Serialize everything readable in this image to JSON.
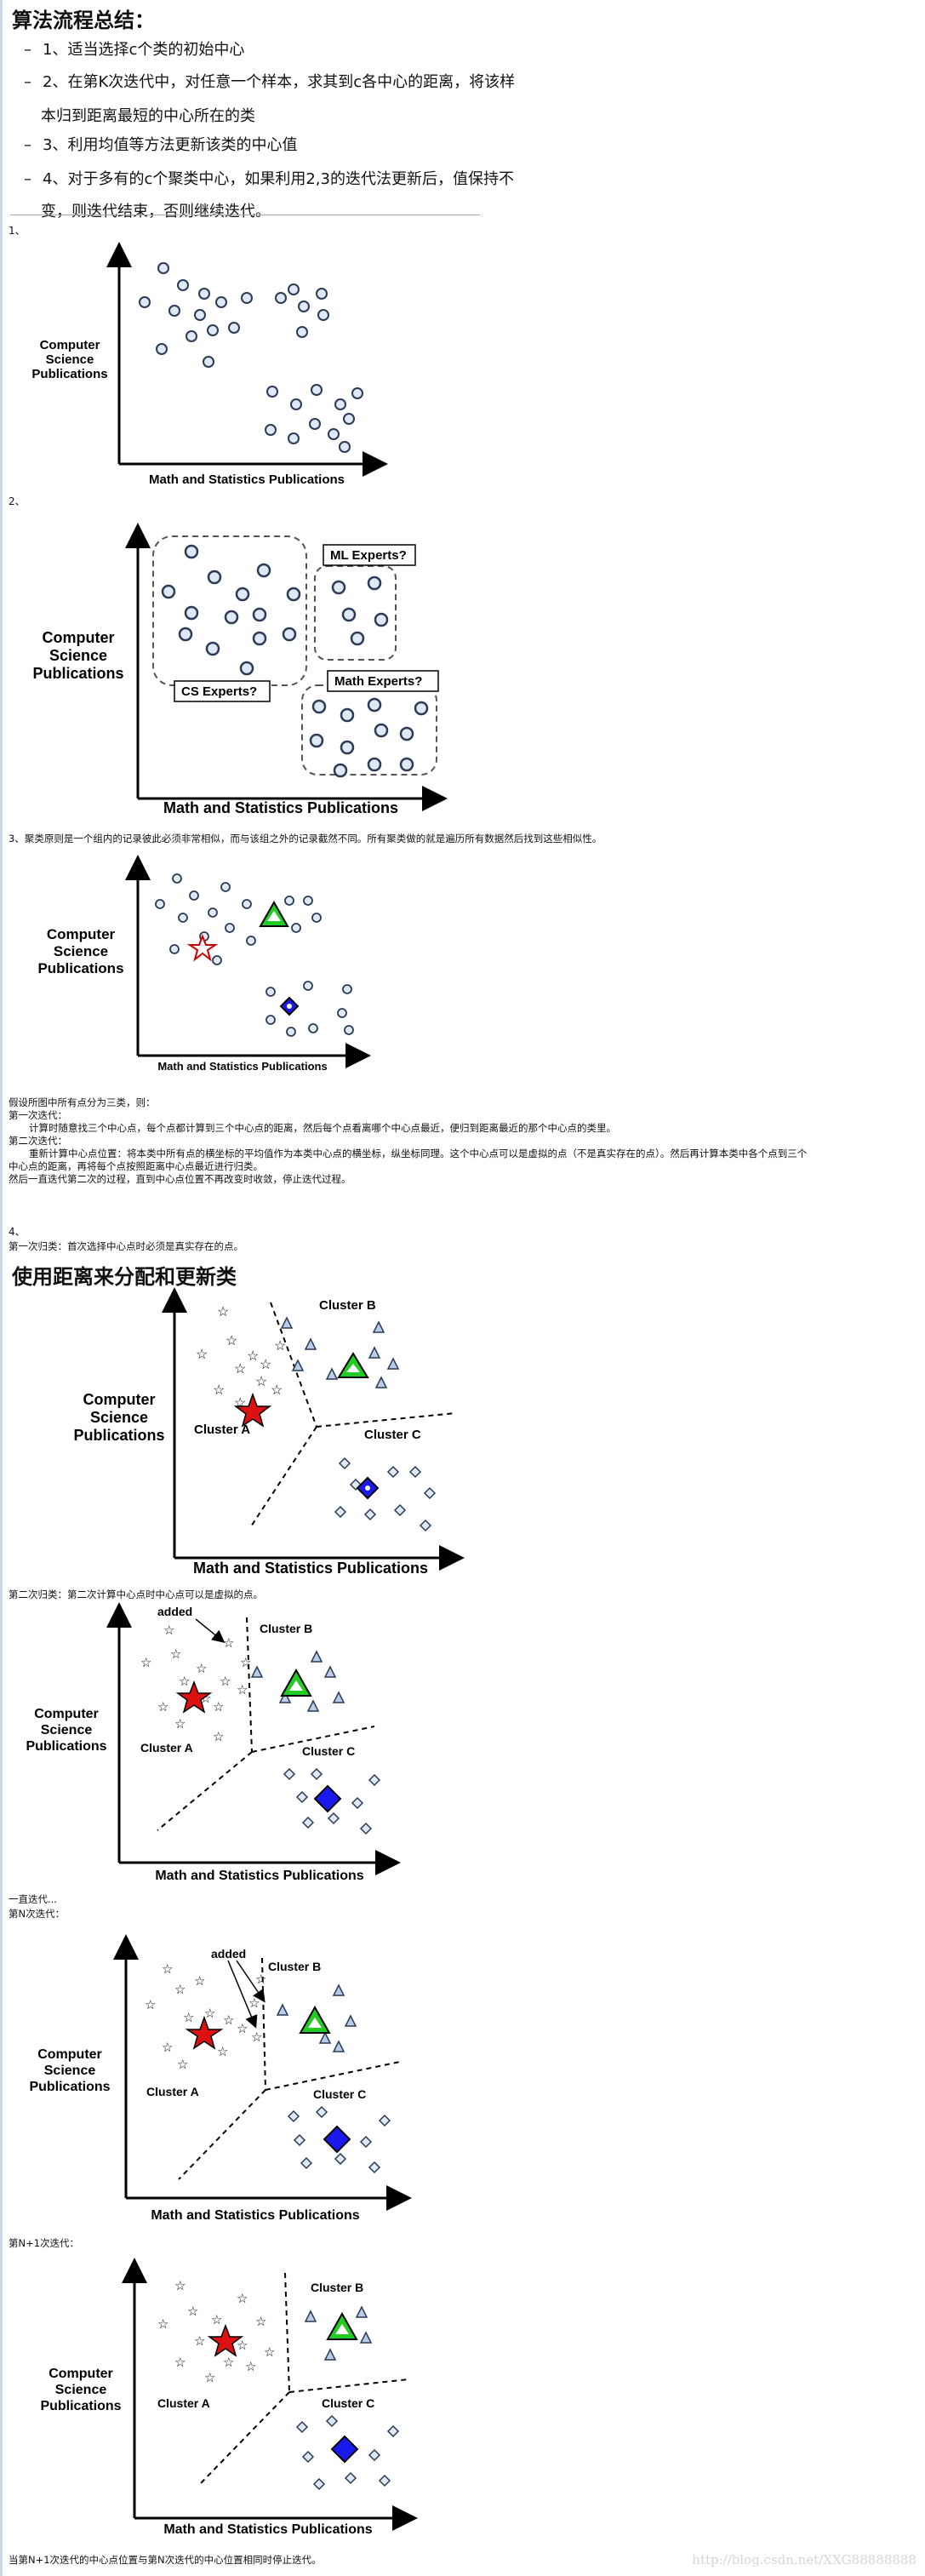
{
  "summary": {
    "title": "算法流程总结：",
    "steps": [
      [
        "1、适当选择c个类的初始中心"
      ],
      [
        "2、在第K次迭代中，对任意一个样本，求其到c各中心的距离，将该样",
        "本归到距离最短的中心所在的类"
      ],
      [
        "3、利用均值等方法更新该类的中心值"
      ],
      [
        "4、对于多有的c个聚类中心，如果利用2,3的迭代法更新后，值保持不",
        "变，则迭代结束，否则继续迭代。"
      ]
    ]
  },
  "figures": {
    "ylabel": [
      "Computer",
      "Science",
      "Publications"
    ],
    "xlabel": "Math and Statistics Publications",
    "fig1_number": "1、",
    "fig2_number": "2、",
    "fig2_boxes": {
      "cs": "CS Experts?",
      "ml": "ML Experts?",
      "math": "Math Experts?"
    },
    "fig3_caption": "3、聚类原则是一个组内的记录彼此必须非常相似，而与该组之外的记录截然不同。所有聚类做的就是遍历所有数据然后找到这些相似性。",
    "fig4_number": "4、",
    "fig4_caption": "第一次归类：首次选择中心点时必须是真实存在的点。",
    "fig4_heading": "使用距离来分配和更新类",
    "cluster_labels": {
      "a": "Cluster A",
      "b": "Cluster B",
      "c": "Cluster C"
    },
    "added_label": "added",
    "fig5_caption": "第二次归类：第二次计算中心点时中心点可以是虚拟的点。",
    "fig6_caption_1": "一直迭代...",
    "fig6_caption_2": "第N次迭代：",
    "fig7_caption": "第N+1次迭代：",
    "final_caption": "当第N+1次迭代的中心点位置与第N次迭代的中心位置相同时停止迭代。"
  },
  "explanation": [
    "假设所图中所有点分为三类，则：",
    "第一次迭代：",
    "    计算时随意找三个中心点，每个点都计算到三个中心点的距离，然后每个点看离哪个中心点最近，便归到距离最近的那个中心点的类里。",
    "第二次迭代：",
    "    重新计算中心点位置：将本类中所有点的横坐标的平均值作为本类中心点的横坐标，纵坐标同理。这个中心点可以是虚拟的点（不是真实存在的点）。然后再计算本类中各个点到三个",
    "中心点的距离，再将每个点按照距离中心点最近进行归类。",
    "然后一直迭代第二次的过程，直到中心点位置不再改变时收敛，停止迭代过程。"
  ],
  "watermark": "http://blog.csdn.net/XXG88888888"
}
